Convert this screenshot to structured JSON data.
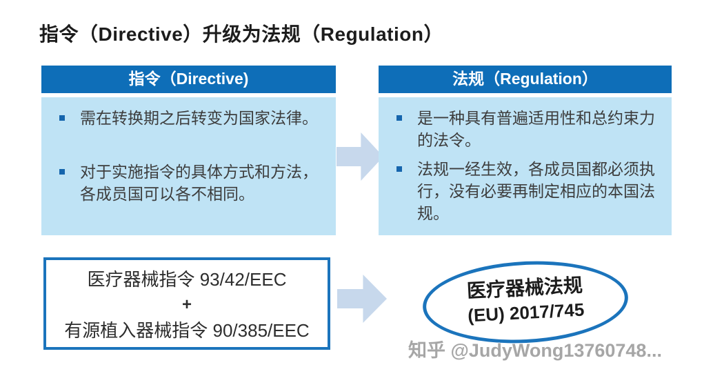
{
  "title": "指令（Directive）升级为法规（Regulation）",
  "left_panel": {
    "header": "指令（Directive)",
    "bullets": [
      "需在转换期之后转变为国家法律。",
      "对于实施指令的具体方式和方法，各成员国可以各不相同。"
    ]
  },
  "right_panel": {
    "header": "法规（Regulation）",
    "bullets": [
      "是一种具有普遍适用性和总约束力的法令。",
      "法规一经生效，各成员国都必须执行，没有必要再制定相应的本国法规。"
    ]
  },
  "flow": {
    "source_box": {
      "line1": "医疗器械指令 93/42/EEC",
      "plus": "+",
      "line2": "有源植入器械指令 90/385/EEC"
    },
    "result": {
      "line1": "医疗器械法规",
      "line2": "(EU) 2017/745"
    }
  },
  "watermark": {
    "text": "知乎 @JudyWong13760748..."
  },
  "colors": {
    "header_blue": "#0e6eb8",
    "body_light_blue": "#bfe3f5",
    "arrow_blue": "#c7d8ec",
    "outline_blue": "#1b74bc",
    "text_dark": "#3d3d3d",
    "watermark_gray": "#a6a6a6"
  }
}
